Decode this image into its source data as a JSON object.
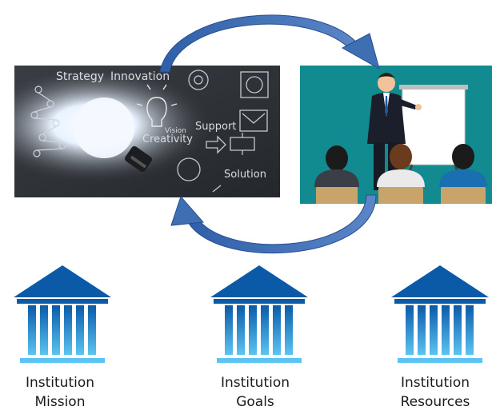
{
  "chalkboard": {
    "words": [
      "Strategy",
      "Innovation",
      "Vision",
      "Creativity",
      "Support",
      "Solution"
    ]
  },
  "pillars": [
    {
      "line1": "Institution",
      "line2": "Mission"
    },
    {
      "line1": "Institution",
      "line2": "Goals"
    },
    {
      "line1": "Institution",
      "line2": "Resources"
    }
  ],
  "colors": {
    "pillar_dark": "#0b5aa8",
    "pillar_light": "#5bc4f2",
    "arrow": "#3f6fb3",
    "board_bg": "#2e3237",
    "scene_bg": "#118b8f"
  }
}
